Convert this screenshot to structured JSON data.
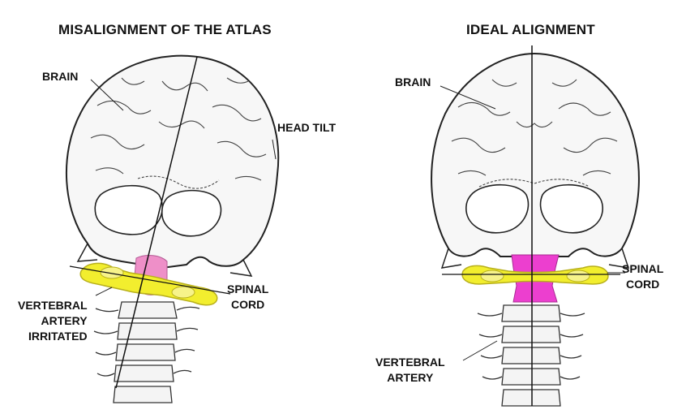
{
  "left_panel": {
    "title": "MISALIGNMENT OF THE ATLAS",
    "labels": {
      "brain": "BRAIN",
      "head_tilt": "HEAD TILT",
      "spinal_cord": [
        "SPINAL",
        "CORD"
      ],
      "vertebral_artery": [
        "VERTEBRAL",
        "ARTERY",
        "IRRITATED"
      ]
    }
  },
  "right_panel": {
    "title": "IDEAL ALIGNMENT",
    "labels": {
      "brain": "BRAIN",
      "spinal_cord": [
        "SPINAL",
        "CORD"
      ],
      "vertebral_artery": [
        "VERTEBRAL",
        "ARTERY"
      ]
    }
  },
  "colors": {
    "atlas_yellow": "#f2ee2e",
    "atlas_outline": "#b8b01c",
    "cord_pink_left": "#ee8fc8",
    "cord_magenta_right": "#ec3fcf",
    "line_ink": "#222222",
    "bone_fill": "#f7f7f7"
  }
}
